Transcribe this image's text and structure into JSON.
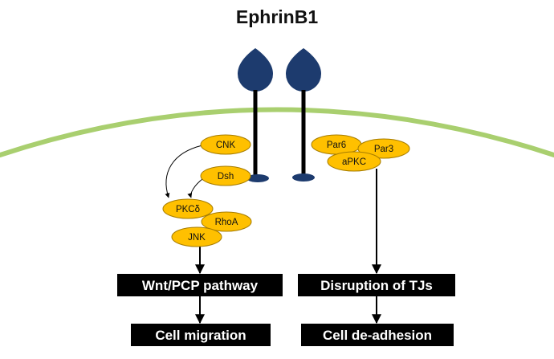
{
  "title": "EphrinB1",
  "colors": {
    "membrane": "#a9cf6f",
    "receptor": "#1d3b6e",
    "stalk": "#000000",
    "node_fill": "#ffc000",
    "node_stroke": "#a67c00",
    "box_fill": "#000000",
    "box_text": "#ffffff"
  },
  "left_pathway": {
    "nodes": {
      "cnk": "CNK",
      "dsh": "Dsh",
      "pkc": "PKCδ",
      "rhoa": "RhoA",
      "jnk": "JNK"
    },
    "outcome_box": "Wnt/PCP pathway",
    "result_box": "Cell migration"
  },
  "right_pathway": {
    "nodes": {
      "par6": "Par6",
      "par3": "Par3",
      "apkc": "aPKC"
    },
    "outcome_box": "Disruption of TJs",
    "result_box": "Cell de-adhesion"
  }
}
